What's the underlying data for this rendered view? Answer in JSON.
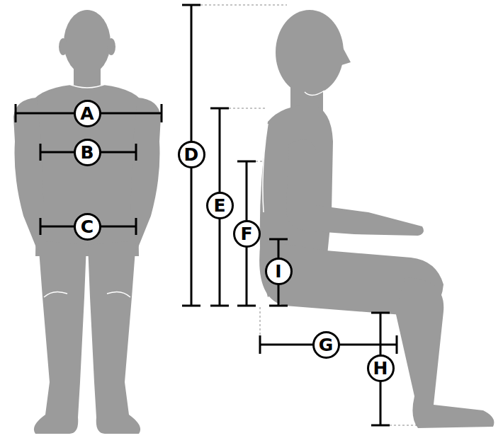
{
  "diagram": {
    "nodes": [
      {
        "text": [
          "A"
        ]
      },
      {
        "text": [
          "B"
        ]
      },
      {
        "text": [
          "C"
        ]
      },
      {
        "text": [
          "D"
        ]
      },
      {
        "text": [
          "E"
        ]
      },
      {
        "text": [
          "F"
        ]
      },
      {
        "text": [
          "I"
        ]
      },
      {
        "text": [
          "G"
        ]
      },
      {
        "text": [
          "H"
        ]
      }
    ]
  }
}
